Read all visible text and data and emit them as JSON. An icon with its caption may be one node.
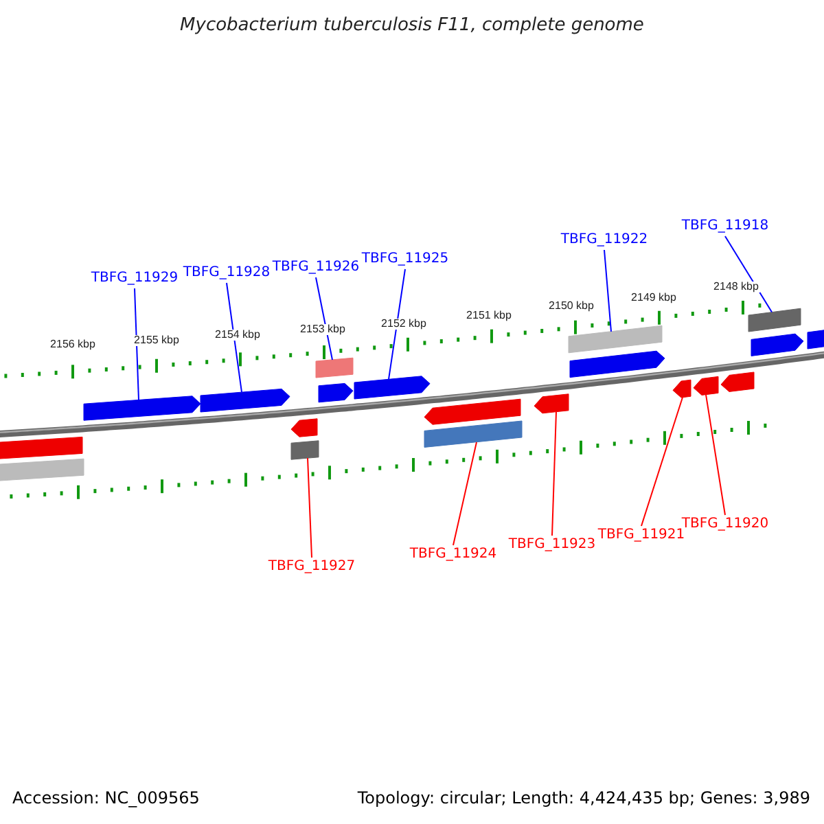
{
  "diagram": {
    "title": "Mycobacterium tuberculosis F11, complete genome",
    "nodes": [
      {
        "text": [
          "TBFG_11929"
        ]
      },
      {
        "text": [
          "TBFG_11928"
        ]
      },
      {
        "text": [
          "TBFG_11926"
        ]
      },
      {
        "text": [
          "TBFG_11925"
        ]
      },
      {
        "text": [
          "TBFG_11922"
        ]
      },
      {
        "text": [
          "TBFG_11918"
        ]
      },
      {
        "text": [
          "TBFG_11927"
        ]
      },
      {
        "text": [
          "TBFG_11924"
        ]
      },
      {
        "text": [
          "TBFG_11923"
        ]
      },
      {
        "text": [
          "TBFG_11921"
        ]
      },
      {
        "text": [
          "TBFG_11920"
        ]
      },
      {
        "text": [],
        "shape": "bar"
      },
      {
        "text": [],
        "shape": "bar"
      },
      {
        "text": [],
        "shape": "bar"
      },
      {
        "text": [],
        "shape": "bar"
      },
      {
        "text": [],
        "shape": "bar"
      },
      {
        "text": [],
        "shape": "bar"
      },
      {
        "text": [],
        "shape": "bar"
      },
      {
        "text": [],
        "shape": "bar"
      },
      {
        "text": [],
        "shape": "bar"
      },
      {
        "text": [],
        "shape": "bar"
      },
      {
        "text": [],
        "shape": "bar"
      },
      {
        "text": [],
        "shape": "bar"
      },
      {
        "text": [],
        "shape": "bar"
      },
      {
        "text": [],
        "shape": "bar"
      },
      {
        "text": [],
        "shape": "bar"
      },
      {
        "text": [],
        "shape": "bar"
      },
      {
        "text": [],
        "shape": "bar"
      },
      {
        "text": [],
        "shape": "bar"
      },
      {
        "text": [],
        "shape": "bar"
      },
      {
        "text": [],
        "shape": "bar"
      }
    ],
    "edges": [
      {
        "from": 0,
        "to": 13,
        "arrow": "none",
        "color": "#0000ff"
      },
      {
        "from": 1,
        "to": 14,
        "arrow": "none",
        "color": "#0000ff"
      },
      {
        "from": 2,
        "to": 17,
        "arrow": "none",
        "color": "#0000ff"
      },
      {
        "from": 3,
        "to": 19,
        "arrow": "none",
        "color": "#0000ff"
      },
      {
        "from": 4,
        "to": 23,
        "arrow": "none",
        "color": "#0000ff"
      },
      {
        "from": 5,
        "to": 28,
        "arrow": "none",
        "color": "#0000ff"
      },
      {
        "from": 6,
        "to": 16,
        "arrow": "none",
        "color": "#ff0000"
      },
      {
        "from": 7,
        "to": 21,
        "arrow": "none",
        "color": "#ff0000"
      },
      {
        "from": 8,
        "to": 22,
        "arrow": "none",
        "color": "#ff0000"
      },
      {
        "from": 9,
        "to": 25,
        "arrow": "none",
        "color": "#ff0000"
      },
      {
        "from": 10,
        "to": 26,
        "arrow": "none",
        "color": "#ff0000"
      }
    ],
    "labels": [
      "2156 kbp",
      "2155 kbp",
      "2154 kbp",
      "2153 kbp",
      "2152 kbp",
      "2151 kbp",
      "2150 kbp",
      "2149 kbp",
      "2148 kbp",
      "Accession: NC_009565",
      "Topology: circular; Length: 4,424,435 bp; Genes: 3,989"
    ]
  }
}
